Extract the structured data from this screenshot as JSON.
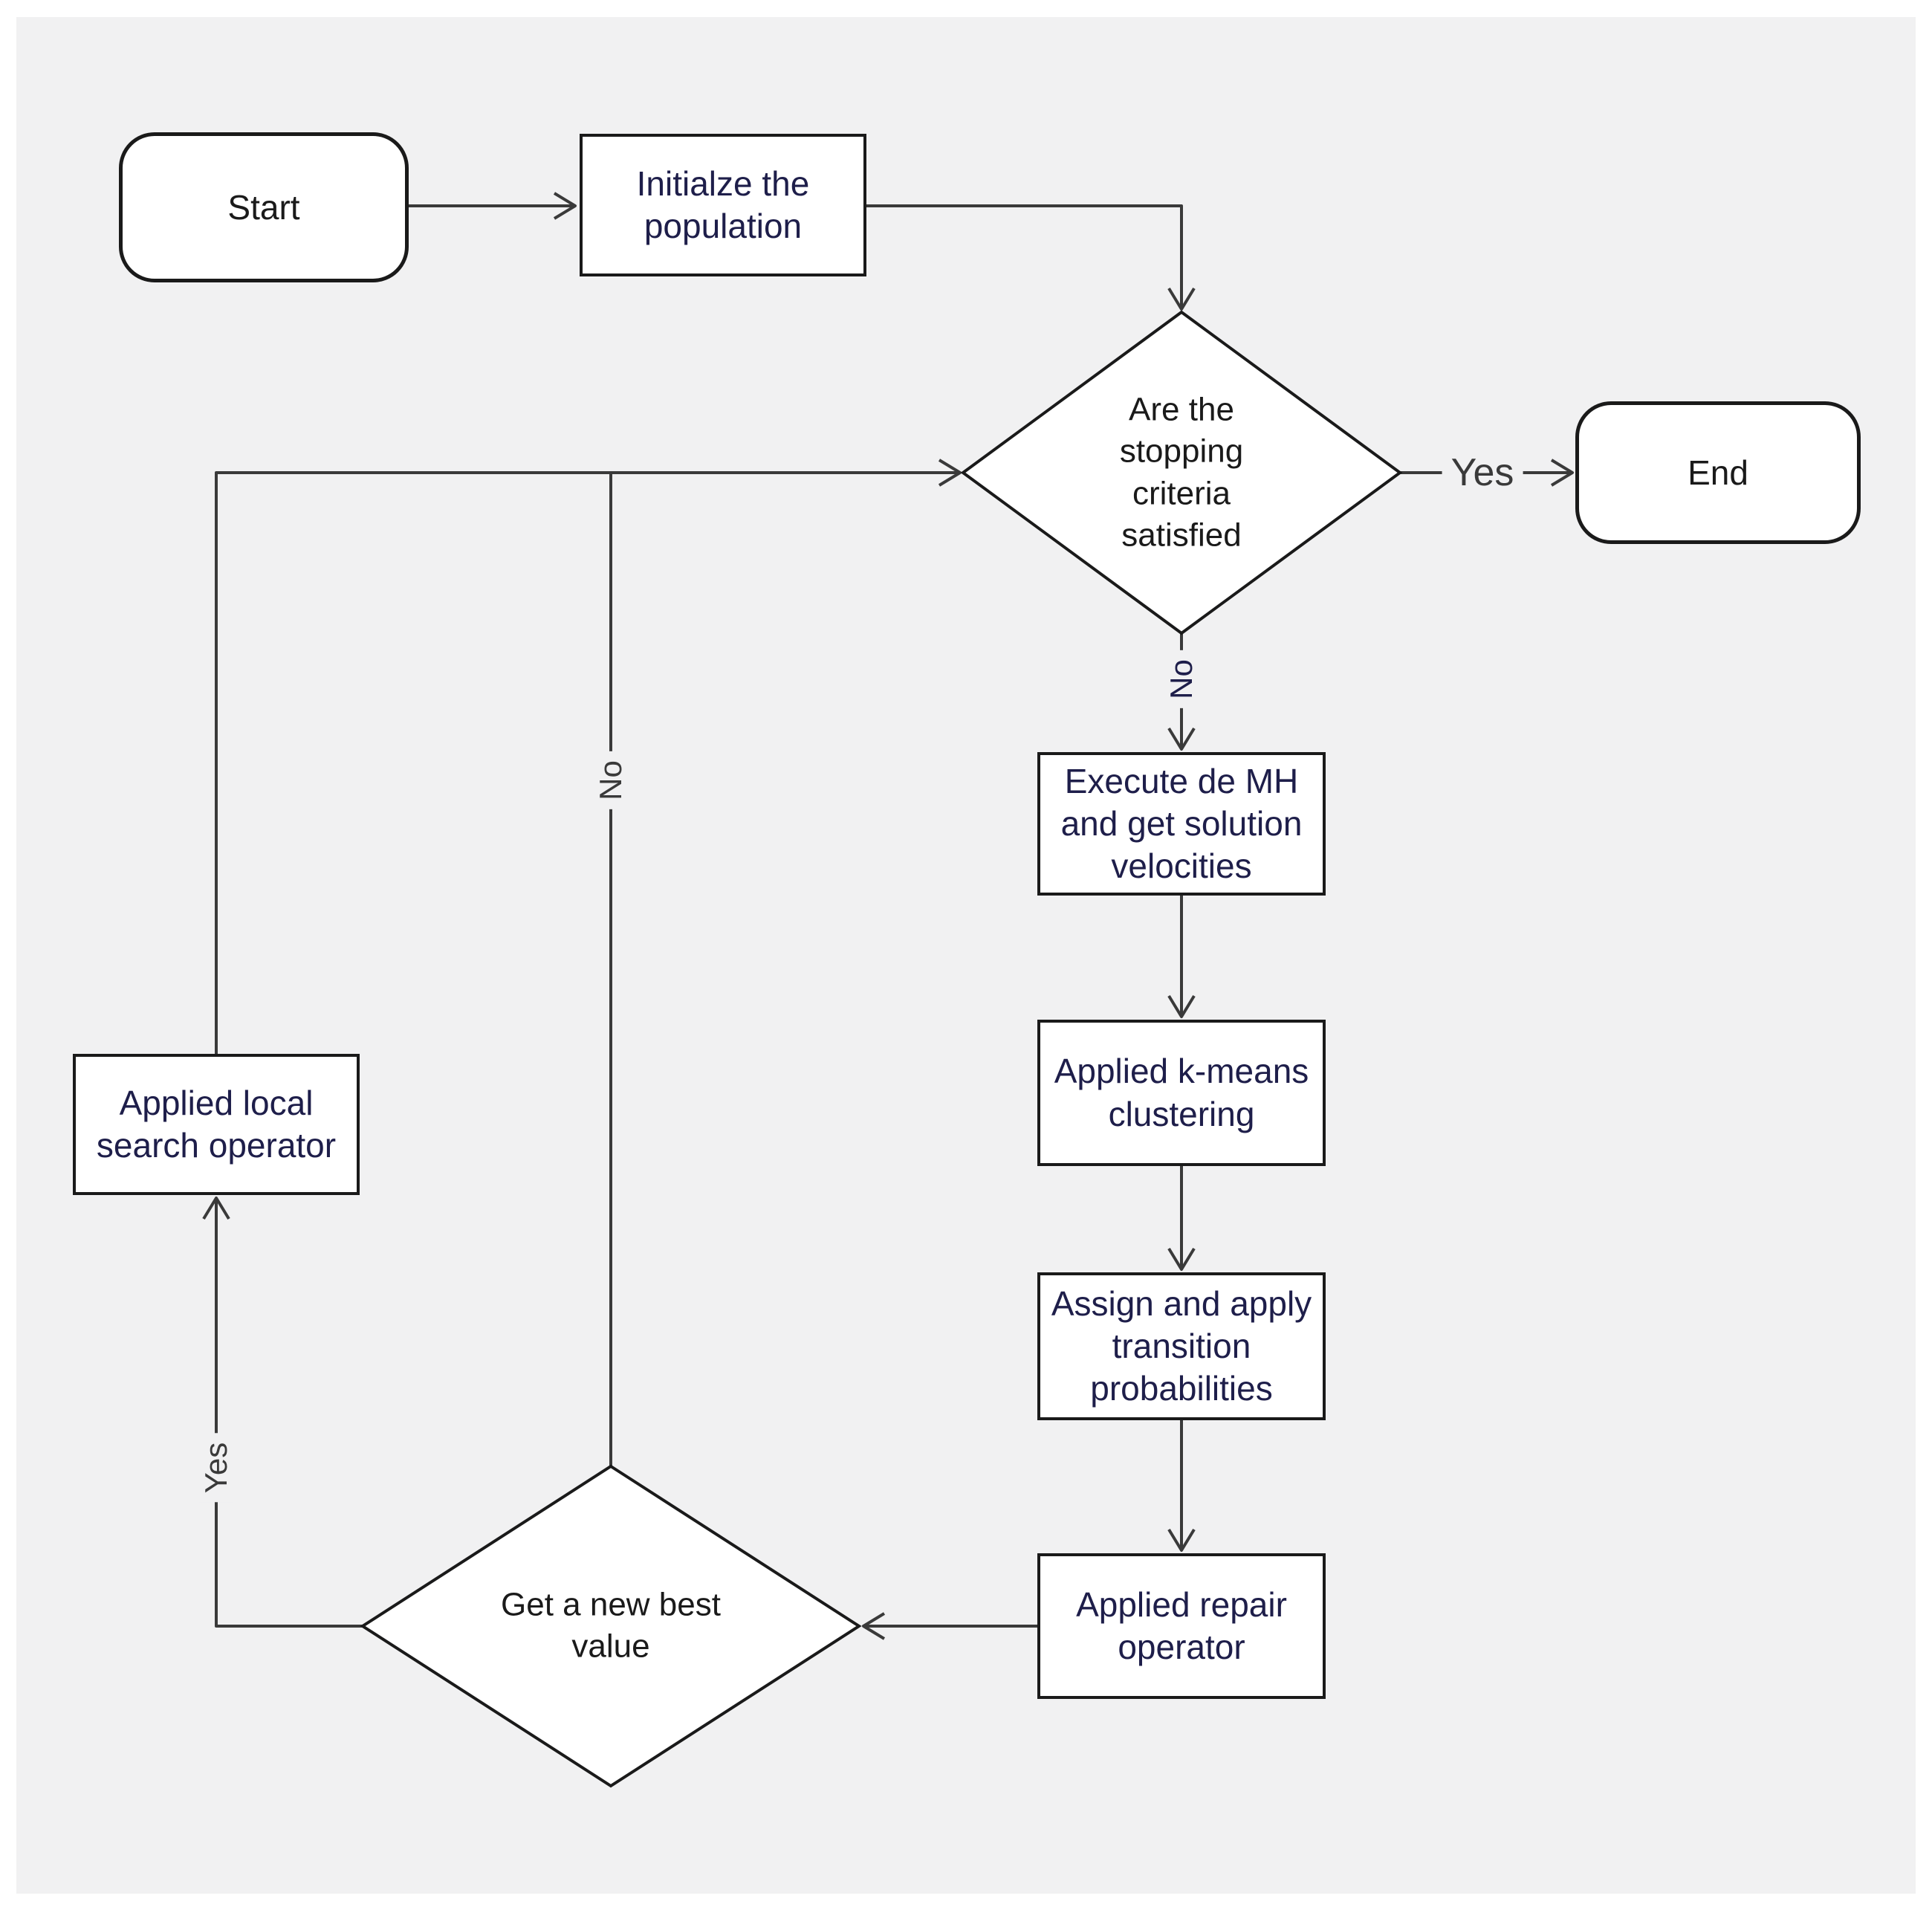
{
  "colors": {
    "page_background": "#ffffff",
    "panel_background": "#f1f1f2",
    "node_fill": "#ffffff",
    "node_border": "#1a1a1a",
    "edge_line": "#3a3a3a",
    "process_text": "#1e1e4a",
    "terminal_text": "#1a1a1a",
    "edge_label_gray": "#3a3a3a",
    "edge_label_navy": "#1e1e4a"
  },
  "nodes": {
    "start": {
      "type": "terminal",
      "label": "Start"
    },
    "initialize": {
      "type": "process",
      "label": "Initialze the\npopulation"
    },
    "stopping_criteria": {
      "type": "decision",
      "label": "Are the\nstopping\ncriteria\nsatisfied"
    },
    "end": {
      "type": "terminal",
      "label": "End"
    },
    "execute_mh": {
      "type": "process",
      "label": "Execute de MH\nand get solution\nvelocities"
    },
    "kmeans": {
      "type": "process",
      "label": "Applied k-means\nclustering"
    },
    "transition": {
      "type": "process",
      "label": "Assign and apply\ntransition\nprobabilities"
    },
    "repair": {
      "type": "process",
      "label": "Applied repair\noperator"
    },
    "new_best": {
      "type": "decision",
      "label": "Get a new best\nvalue"
    },
    "local_search": {
      "type": "process",
      "label": "Applied local\nsearch operator"
    }
  },
  "edge_labels": {
    "yes_to_end": "Yes",
    "no_to_execute": "No",
    "no_loop_back": "No",
    "yes_loop_back": "Yes"
  }
}
